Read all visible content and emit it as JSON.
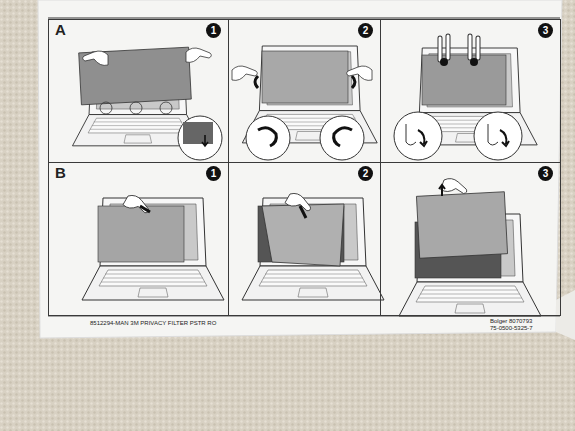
{
  "diagram": {
    "nodes": [
      {
        "text": [
          "1"
        ]
      },
      {
        "text": [
          "2"
        ]
      },
      {
        "text": [
          "3"
        ]
      },
      {
        "text": [
          "1"
        ]
      },
      {
        "text": [
          "2"
        ]
      },
      {
        "text": [
          "3"
        ]
      }
    ],
    "labels": [
      "A",
      "B",
      "8512294-MAN 3M PRIVACY FILTER PSTR RO",
      "Bolger 8070793",
      "75-0500-5325-7"
    ]
  }
}
